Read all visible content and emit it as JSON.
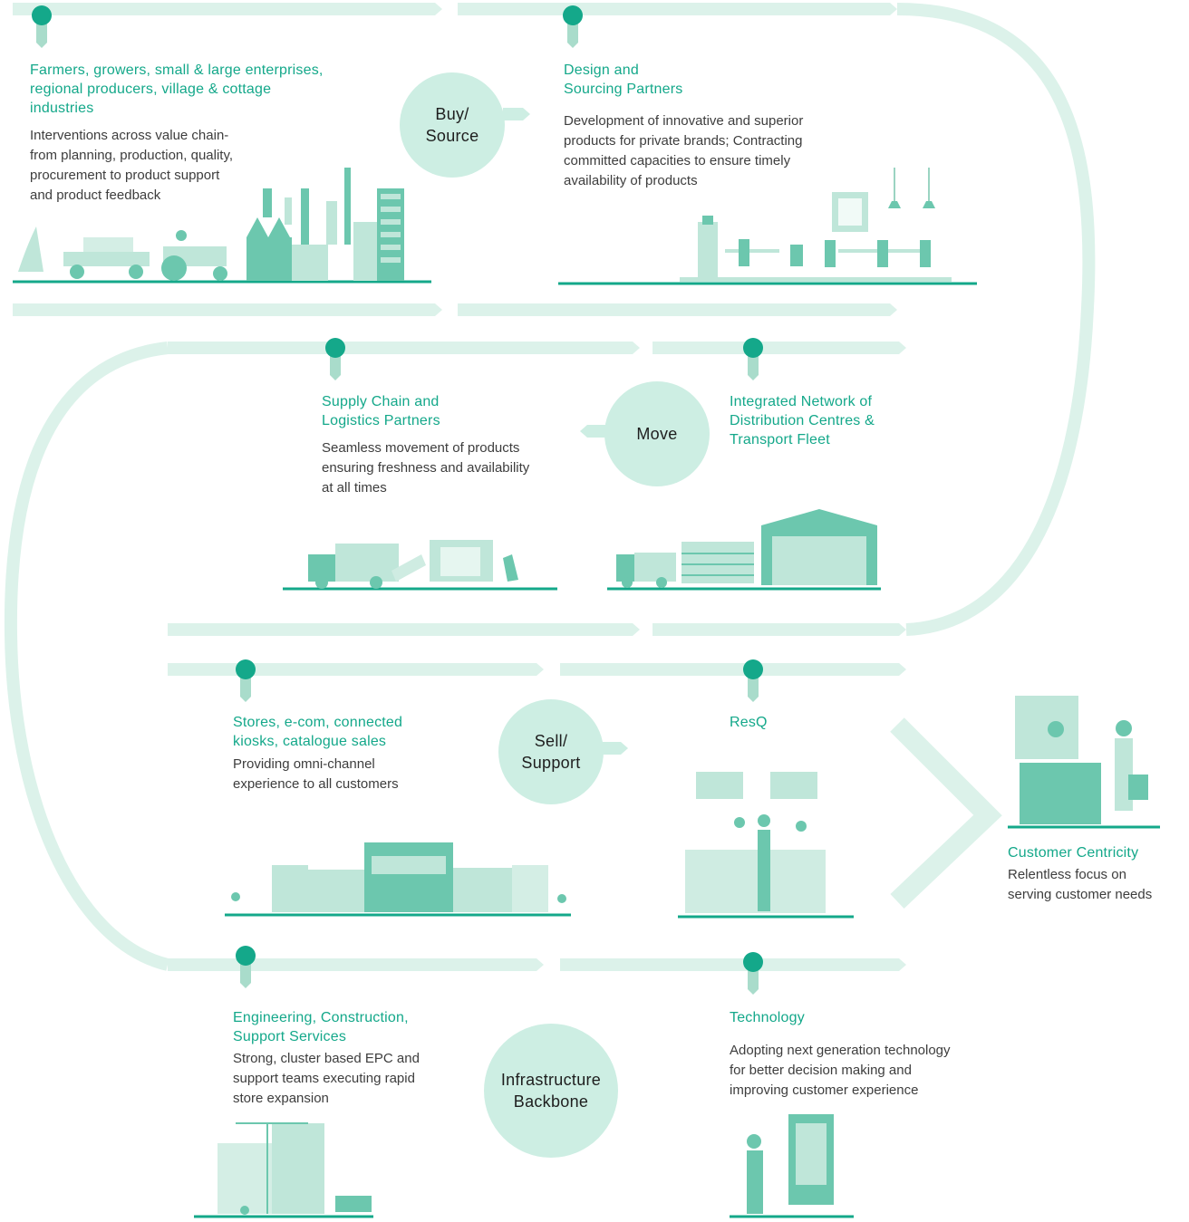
{
  "colors": {
    "accent": "#14a88a",
    "flow": "#dcf2ea",
    "stage_circle": "#cdeee3",
    "illustration": "#6cc7ae",
    "illustration_light": "#bfe6d9"
  },
  "stages": {
    "buy": "Buy/\nSource",
    "move": "Move",
    "sell": "Sell/\nSupport",
    "infra": "Infrastructure\nBackbone"
  },
  "nodes": {
    "farmers": {
      "title": "Farmers, growers, small & large enterprises,\nregional producers, village & cottage\nindustries",
      "desc": "Interventions across value chain-\nfrom planning, production, quality,\nprocurement to product support\nand product feedback",
      "icon": "farm-to-factory-illustration"
    },
    "design": {
      "title": "Design and\nSourcing Partners",
      "desc": "Development of innovative and superior\nproducts for private brands; Contracting\ncommitted capacities to ensure timely\navailability of products",
      "icon": "office-illustration"
    },
    "supply": {
      "title": "Supply Chain and\nLogistics Partners",
      "desc": "Seamless movement of products\nensuring freshness and availability\nat all times",
      "icon": "delivery-truck-illustration"
    },
    "network": {
      "title": "Integrated Network of\nDistribution Centres &\nTransport Fleet",
      "icon": "warehouse-illustration"
    },
    "stores": {
      "title": "Stores, e-com, connected\nkiosks, catalogue sales",
      "desc": "Providing omni-channel\nexperience to all customers",
      "icon": "storefront-illustration"
    },
    "resq": {
      "title": "ResQ",
      "icon": "service-desk-illustration"
    },
    "customer": {
      "title": "Customer Centricity",
      "desc": "Relentless focus on\nserving customer needs",
      "icon": "shop-counter-illustration"
    },
    "engineering": {
      "title": "Engineering, Construction,\nSupport Services",
      "desc": "Strong, cluster based EPC and\nsupport teams executing rapid\nstore expansion",
      "icon": "construction-illustration"
    },
    "technology": {
      "title": "Technology",
      "desc": "Adopting next generation technology\nfor better decision making and\nimproving customer experience",
      "icon": "mobile-kiosk-illustration"
    }
  }
}
